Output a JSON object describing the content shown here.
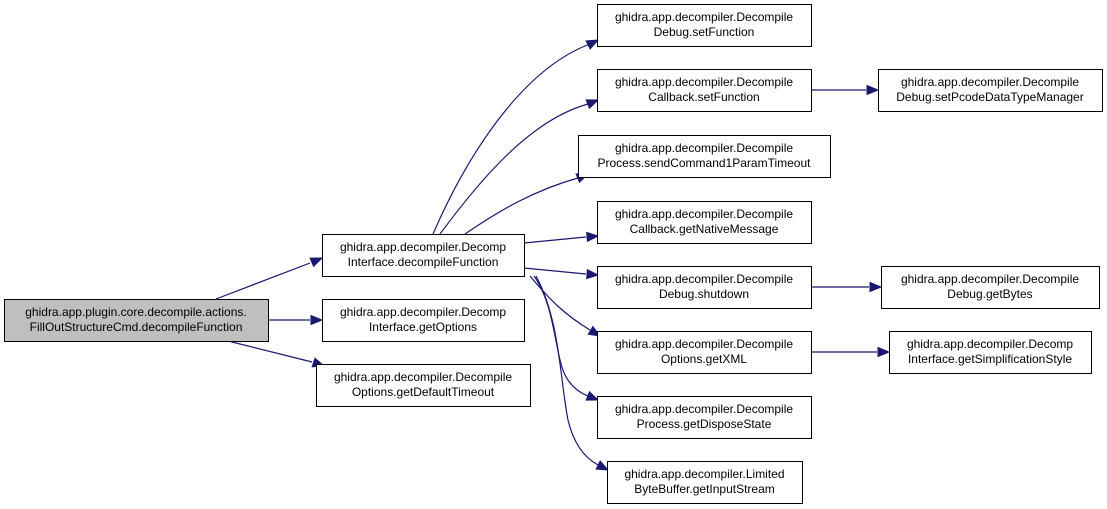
{
  "graph": {
    "colors": {
      "edge": "#191970",
      "node_fill": "#ffffff",
      "root_fill": "#bfbfbf",
      "node_border": "#000000"
    },
    "nodes": {
      "root": {
        "lines": [
          "ghidra.app.plugin.core.decompile.actions.",
          "FillOutStructureCmd.decompileFunction"
        ],
        "highlighted": true
      },
      "decompFunction": {
        "lines": [
          "ghidra.app.decompiler.Decomp",
          "Interface.decompileFunction"
        ]
      },
      "getOptions": {
        "lines": [
          "ghidra.app.decompiler.Decomp",
          "Interface.getOptions"
        ]
      },
      "getDefaultTimeout": {
        "lines": [
          "ghidra.app.decompiler.Decompile",
          "Options.getDefaultTimeout"
        ]
      },
      "debugSetFunction": {
        "lines": [
          "ghidra.app.decompiler.Decompile",
          "Debug.setFunction"
        ]
      },
      "callbackSetFunction": {
        "lines": [
          "ghidra.app.decompiler.Decompile",
          "Callback.setFunction"
        ]
      },
      "sendCommand": {
        "lines": [
          "ghidra.app.decompiler.Decompile",
          "Process.sendCommand1ParamTimeout"
        ]
      },
      "getNativeMessage": {
        "lines": [
          "ghidra.app.decompiler.Decompile",
          "Callback.getNativeMessage"
        ]
      },
      "shutdown": {
        "lines": [
          "ghidra.app.decompiler.Decompile",
          "Debug.shutdown"
        ]
      },
      "getXML": {
        "lines": [
          "ghidra.app.decompiler.Decompile",
          "Options.getXML"
        ]
      },
      "getDisposeState": {
        "lines": [
          "ghidra.app.decompiler.Decompile",
          "Process.getDisposeState"
        ]
      },
      "getInputStream": {
        "lines": [
          "ghidra.app.decompiler.Limited",
          "ByteBuffer.getInputStream"
        ]
      },
      "setPcode": {
        "lines": [
          "ghidra.app.decompiler.Decompile",
          "Debug.setPcodeDataTypeManager"
        ]
      },
      "getBytes": {
        "lines": [
          "ghidra.app.decompiler.Decompile",
          "Debug.getBytes"
        ]
      },
      "getSimplification": {
        "lines": [
          "ghidra.app.decompiler.Decomp",
          "Interface.getSimplificationStyle"
        ]
      }
    },
    "edges": [
      {
        "from": "root",
        "to": "decompFunction"
      },
      {
        "from": "root",
        "to": "getOptions"
      },
      {
        "from": "root",
        "to": "getDefaultTimeout"
      },
      {
        "from": "decompFunction",
        "to": "debugSetFunction"
      },
      {
        "from": "decompFunction",
        "to": "callbackSetFunction"
      },
      {
        "from": "decompFunction",
        "to": "sendCommand"
      },
      {
        "from": "decompFunction",
        "to": "getNativeMessage"
      },
      {
        "from": "decompFunction",
        "to": "shutdown"
      },
      {
        "from": "decompFunction",
        "to": "getXML"
      },
      {
        "from": "decompFunction",
        "to": "getDisposeState"
      },
      {
        "from": "decompFunction",
        "to": "getInputStream"
      },
      {
        "from": "callbackSetFunction",
        "to": "setPcode"
      },
      {
        "from": "shutdown",
        "to": "getBytes"
      },
      {
        "from": "getXML",
        "to": "getSimplification"
      }
    ]
  }
}
